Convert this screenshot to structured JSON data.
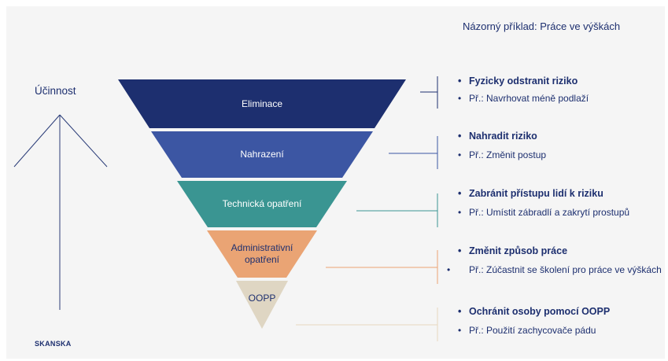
{
  "title": "Názorný příklad: Práce ve výškách",
  "axis_label": "Účinnost",
  "logo": "SKANSKA",
  "levels": [
    {
      "label": "Eliminace",
      "color": "#1d2f6f",
      "head": "Fyzicky odstranit riziko",
      "example": "Př.: Navrhovat méně podlaží"
    },
    {
      "label": "Nahrazení",
      "color": "#3c56a3",
      "head": "Nahradit riziko",
      "example": "Př.:  Změnit postup"
    },
    {
      "label": "Technická opatření",
      "color": "#3a9592",
      "head": "Zabránit přístupu lidí k riziku",
      "example": "Př.: Umístit zábradlí a zakrytí prostupů"
    },
    {
      "label": "Administrativní opatření",
      "label_line1": "Administrativní",
      "label_line2": "opatření",
      "color": "#eaa474",
      "head": "Změnit způsob práce",
      "example": "Př.: Zúčastnit se školení pro práce ve výškách"
    },
    {
      "label": "OOPP",
      "color": "#dfd6c3",
      "head": "Ochránit osoby pomocí OOPP",
      "example": "Př.: Použití zachycovače pádu"
    }
  ],
  "bullet": "•"
}
